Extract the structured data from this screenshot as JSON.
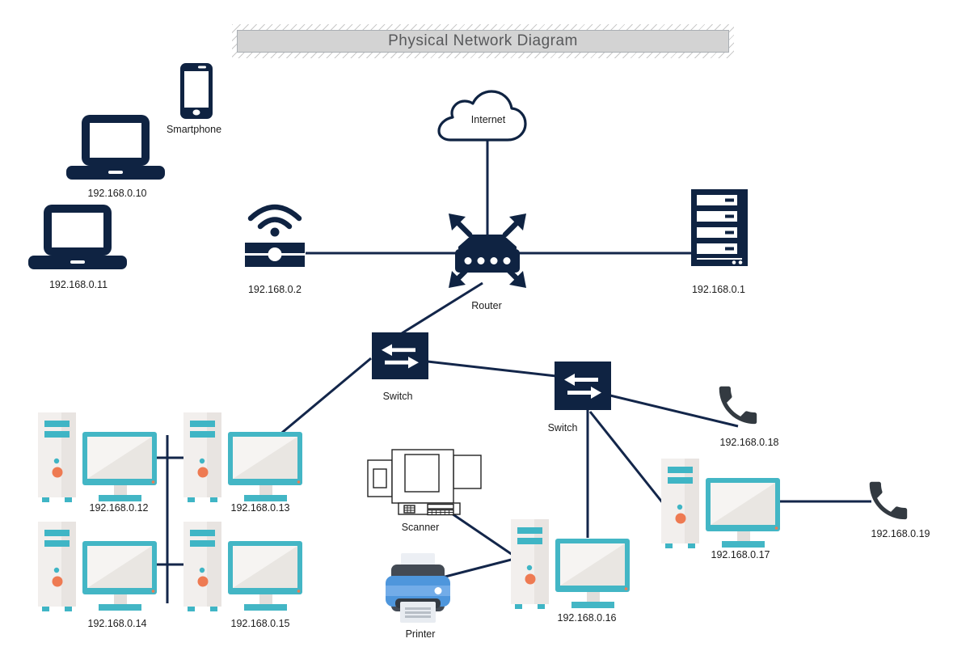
{
  "title": "Physical Network Diagram",
  "devices": {
    "internet": {
      "label": "Internet"
    },
    "router": {
      "label": "Router"
    },
    "server": {
      "label": "192.168.0.1"
    },
    "wireless_ap": {
      "label": "192.168.0.2"
    },
    "laptop1": {
      "label": "192.168.0.10"
    },
    "laptop2": {
      "label": "192.168.0.11"
    },
    "smartphone": {
      "label": "Smartphone"
    },
    "switch1": {
      "label": "Switch"
    },
    "switch2": {
      "label": "Switch"
    },
    "ws12": {
      "label": "192.168.0.12"
    },
    "ws13": {
      "label": "192.168.0.13"
    },
    "ws14": {
      "label": "192.168.0.14"
    },
    "ws15": {
      "label": "192.168.0.15"
    },
    "ws16": {
      "label": "192.168.0.16"
    },
    "ws17": {
      "label": "192.168.0.17"
    },
    "scanner": {
      "label": "Scanner"
    },
    "printer": {
      "label": "Printer"
    },
    "phone18": {
      "label": "192.168.0.18"
    },
    "phone19": {
      "label": "192.168.0.19"
    }
  },
  "colors": {
    "wire": "#13264a",
    "navy": "#0f2342",
    "teal": "#43b6c5",
    "orange": "#ee7a52",
    "phone_dark": "#333a41",
    "printer_blue": "#4e96dc",
    "printer_blue_light": "#72ace8",
    "title_box": "#d3d3d3",
    "title_text": "#58595b"
  },
  "connections": [
    [
      603,
      174,
      603,
      298
    ],
    [
      378,
      313,
      857,
      313
    ],
    [
      597,
      350,
      494,
      414
    ],
    [
      459,
      443,
      344,
      539
    ],
    [
      529,
      447,
      688,
      465
    ],
    [
      755,
      489,
      913,
      527
    ],
    [
      727,
      507,
      727,
      665
    ],
    [
      730,
      509,
      820,
      622
    ],
    [
      553,
      631,
      640,
      690
    ],
    [
      547,
      714,
      640,
      690
    ],
    [
      193,
      566,
      228,
      566
    ],
    [
      193,
      698,
      228,
      698
    ],
    [
      207,
      538,
      207,
      746
    ],
    [
      958,
      620,
      1078,
      620
    ]
  ]
}
